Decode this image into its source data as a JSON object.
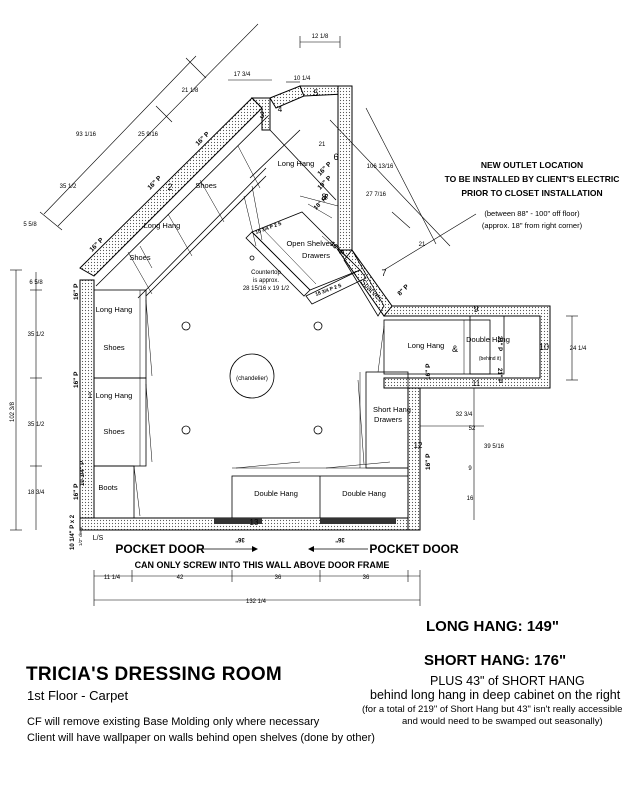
{
  "plan": {
    "outlet_note": {
      "line1": "NEW OUTLET LOCATION",
      "line2": "TO BE INSTALLED BY CLIENT'S ELECTRIC",
      "line3": "PRIOR TO CLOSET INSTALLATION",
      "line4": "(between 88\" - 100\" off floor)",
      "line5": "(approx. 18\" from right corner)"
    },
    "sections": {
      "shoes_top": "Shoes",
      "long_hang_top": "Long Hang",
      "shoes_mid": "Shoes",
      "long_hang_right_top": "Long Hang",
      "open_shelves": "Open Shelves",
      "drawers": "Drawers",
      "scarves": "Scarves",
      "long_hang_left1": "Long Hang",
      "shoes_left1": "Shoes",
      "long_hang_left2": "Long Hang",
      "shoes_left2": "Shoes",
      "boots": "Boots",
      "long_hang_right": "Long Hang",
      "amp": "&",
      "double_hang_right": "Double Hang",
      "behind_it": "(behind it)",
      "short_hang": "Short Hang",
      "short_hang_drawers": "Drawers",
      "double_hang_1": "Double Hang",
      "double_hang_2": "Double Hang",
      "chandelier": "(chandelier)",
      "countertop1": "Countertop",
      "countertop2": "is approx.",
      "countertop3": "28 15/16 x 19 1/2"
    },
    "wall_numbers": {
      "n1": "1",
      "n2": "2",
      "n3": "3",
      "n4": "4",
      "n5": "5",
      "n6": "6",
      "n7": "7",
      "n8": "8",
      "n9": "9",
      "n10": "10",
      "n11": "11",
      "n12": "12",
      "n13": "13"
    },
    "depths": {
      "p16_a": "16\" P",
      "p16_b": "16\" P",
      "p16_c": "16\" P",
      "p16_d": "16\" P",
      "p16_e": "16\" P",
      "p16_f": "16\" P",
      "p16_g": "16\" P",
      "p16_h": "16\" P",
      "p16_i": "16\" P",
      "p16_j": "16\" P",
      "p8": "8\" P",
      "p19": "19\" P",
      "p10_3_4": "10 3/4\" P",
      "p18_hp": "18\" HP",
      "p10_14": "10 1/4\" P x 2",
      "p14_deep": "1/2\" deep",
      "p18_top": "18 3/4 P 2 S",
      "p18_bot": "18 3/4 P 2 S",
      "ls": "L/S",
      "p21_top": "21\" P",
      "p21_bot": "21\" P"
    },
    "dimensions": {
      "d12_1_8": "12 1/8",
      "d17_3_4": "17 3/4",
      "d10_1_4": "10 1/4",
      "d21_1_8": "21 1/8",
      "d93_1_16": "93 1/16",
      "d25_9_16": "25 9/16",
      "d35_1_2_diag": "35 1/2",
      "d5_5_8_diag": "5 5/8",
      "d21_a": "21",
      "d106_13_16": "106 13/16",
      "d27_7_16": "27 7/16",
      "d21_b": "21",
      "d6_5_8": "6 5/8",
      "d35_1_2_a": "35 1/2",
      "d102_3_8": "102 3/8",
      "d35_1_2_b": "35 1/2",
      "d18_3_4": "18 3/4",
      "d24_1_4": "24 1/4",
      "d32_3_4": "32 3/4",
      "d52": "52",
      "d39_5_16": "39 5/16",
      "d9": "9",
      "d16": "16",
      "d11_1_4": "11 1/4",
      "d42": "42",
      "d36_a": "36",
      "d36_b": "36",
      "d132_1_4": "132 1/4",
      "pd_36_a": "36\"",
      "pd_36_b": "36\""
    },
    "pocket_door_left": "POCKET DOOR",
    "pocket_door_right": "POCKET DOOR",
    "screw_note": "CAN ONLY SCREW INTO THIS WALL ABOVE DOOR FRAME"
  },
  "summary": {
    "long_hang": "LONG HANG:  149\"",
    "short_hang": "SHORT HANG:  176\"",
    "plus_line": "PLUS 43\" of SHORT HANG",
    "behind_line": "behind long hang in deep cabinet on the right",
    "note1": "(for a total of 219\" of Short Hang but 43\" isn't really accessible",
    "note2": "and would need to be swamped out seasonally)"
  },
  "title": {
    "main": "TRICIA'S DRESSING ROOM",
    "sub": "1st Floor - Carpet",
    "note1": "CF will remove existing Base Molding only where necessary",
    "note2": "Client will have wallpaper on walls behind open shelves (done by other)"
  }
}
